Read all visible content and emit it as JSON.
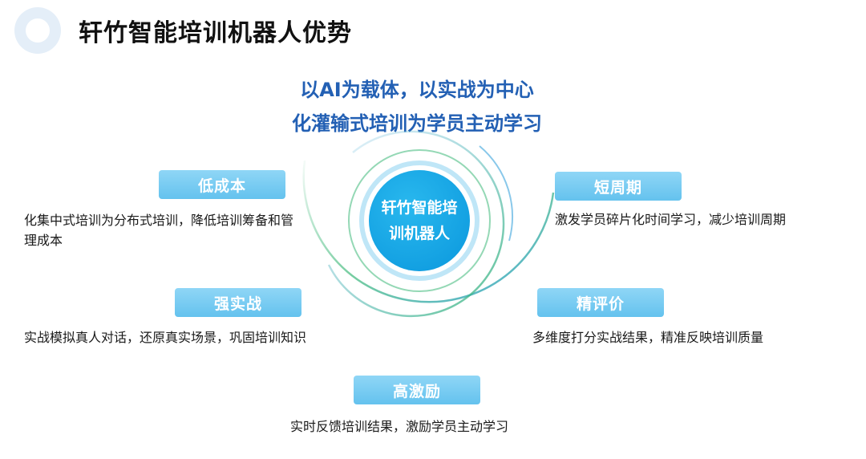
{
  "page": {
    "title": "轩竹智能培训机器人优势",
    "subtitle_line1": "以AI为载体，以实战为中心",
    "subtitle_line2": "化灌输式培训为学员主动学习"
  },
  "center": {
    "text": "轩竹智能培训机器人"
  },
  "advantages": [
    {
      "label": "低成本",
      "description": "化集中式培训为分布式培训，降低培训筹备和管理成本"
    },
    {
      "label": "短周期",
      "description": "激发学员碎片化时间学习，减少培训周期"
    },
    {
      "label": "强实战",
      "description": "实战模拟真人对话，还原真实场景，巩固培训知识"
    },
    {
      "label": "精评价",
      "description": "多维度打分实战结果，精准反映培训质量"
    },
    {
      "label": "高激励",
      "description": "实时反馈培训结果，激励学员主动学习"
    }
  ],
  "colors": {
    "title": "#111111",
    "subtitle": "#2360b4",
    "center_fill": "#0a97dd",
    "label_fill": "#79ccf2",
    "ring_green": "#3cb878",
    "ring_blue": "#3aa3dc"
  }
}
